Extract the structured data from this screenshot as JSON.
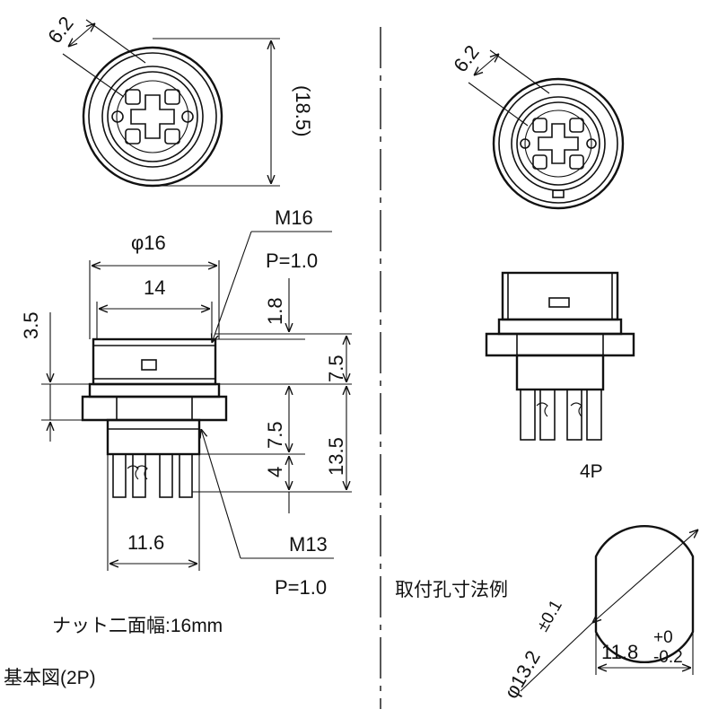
{
  "left_view": {
    "face_width": "6.2",
    "face_height": "(18.5)",
    "thread_outer": "M16",
    "thread_outer_pitch": "P=1.0",
    "diameter": "φ16",
    "width_14": "14",
    "dim_1_8": "1.8",
    "dim_7_5_top": "7.5",
    "dim_3_5": "3.5",
    "dim_7_5_mid": "7.5",
    "dim_13_5": "13.5",
    "dim_4": "4",
    "width_11_6": "11.6",
    "thread_inner": "M13",
    "thread_inner_pitch": "P=1.0",
    "nut_note": "ナット二面幅:16mm",
    "caption": "基本図(2P)"
  },
  "right_view": {
    "face_width": "6.2",
    "caption": "4P"
  },
  "mounting_hole": {
    "title": "取付孔寸法例",
    "diameter": "φ13.2",
    "diameter_tol": "±0.1",
    "flat_width": "11.8",
    "flat_tol_upper": "+0",
    "flat_tol_lower": "-0.2"
  }
}
